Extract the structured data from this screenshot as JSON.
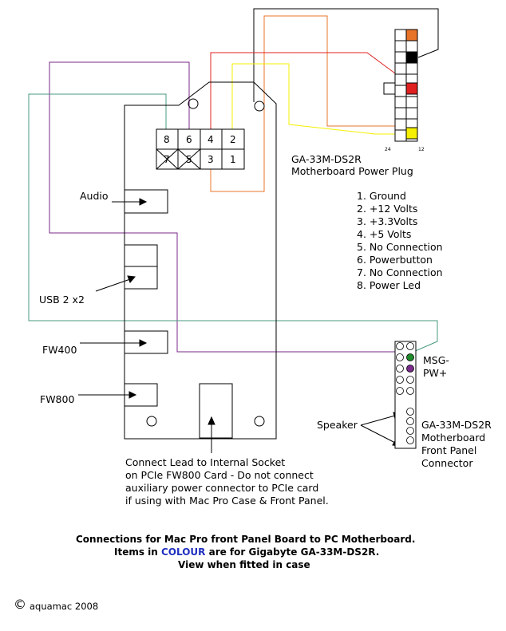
{
  "legend": {
    "title": [
      "GA-33M-DS2R",
      "Motherboard Power Plug"
    ],
    "items": [
      "1. Ground",
      "2. +12 Volts",
      "3. +3.3Volts",
      "4. +5 Volts",
      "5. No Connection",
      "6. Powerbutton",
      "7. No Connection",
      "8. Power Led"
    ]
  },
  "board": {
    "pins": [
      "8",
      "6",
      "4",
      "2",
      "7",
      "5",
      "3",
      "1"
    ],
    "labels": {
      "audio": "Audio",
      "usb": "USB 2 x2",
      "fw400": "FW400",
      "fw800": "FW800"
    },
    "note": [
      "Connect Lead to Internal Socket",
      "on PCIe FW800 Card - Do not connect",
      "auxiliary power connector to PCIe card",
      "if using with Mac Pro Case & Front Panel."
    ]
  },
  "power_plug": {
    "pin_24": "24",
    "pin_12": "12"
  },
  "front_panel": {
    "msg": "MSG-",
    "pw": "PW+",
    "speaker": "Speaker",
    "title": [
      "GA-33M-DS2R",
      "Motherboard",
      "Front Panel",
      "Connector"
    ]
  },
  "footer": {
    "line1": "Connections  for Mac Pro front Panel Board to PC Motherboard.",
    "line2_pre": "Items in ",
    "line2_colour": "COLOUR",
    "line2_post": " are for Gigabyte GA-33M-DS2R.",
    "line3": "View when fitted in case"
  },
  "copyright": {
    "symbol": "©",
    "text": "aquamac 2008"
  },
  "colors": {
    "orange": "#e8742a",
    "yellow": "#f4f000",
    "red": "#e02020",
    "black": "#000000",
    "purple": "#7a2a8a",
    "teal": "#4a9a80",
    "green": "#1f8a2a",
    "blue": "#1f2fbf"
  }
}
